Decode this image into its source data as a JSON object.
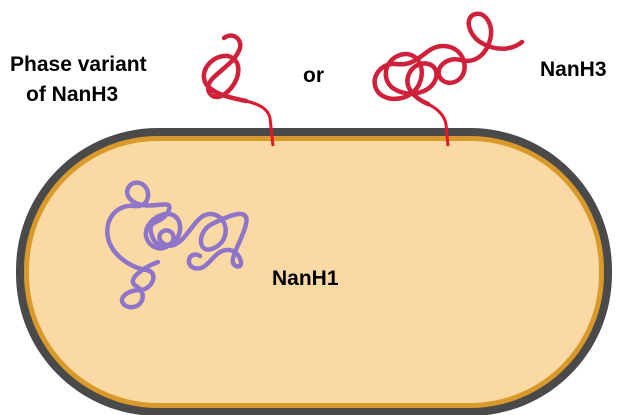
{
  "labels": {
    "phase_variant_line1": "Phase variant",
    "phase_variant_line2": "of NanH3",
    "or": "or",
    "nanh3": "NanH3",
    "nanh1": "NanH1"
  },
  "colors": {
    "background": "#ffffff",
    "outer_wall": "#4a4a4a",
    "membrane": "#d99a2b",
    "cytoplasm": "#fbd9a4",
    "surface_protein": "#d0203a",
    "anchor_stalk": "#e0162b",
    "nanh1_protein": "#8f75c9"
  },
  "icons": {
    "cell": "rod-shaped-bacterium",
    "surface_protein": "tangled-coil",
    "intracellular_protein": "tangled-coil"
  }
}
